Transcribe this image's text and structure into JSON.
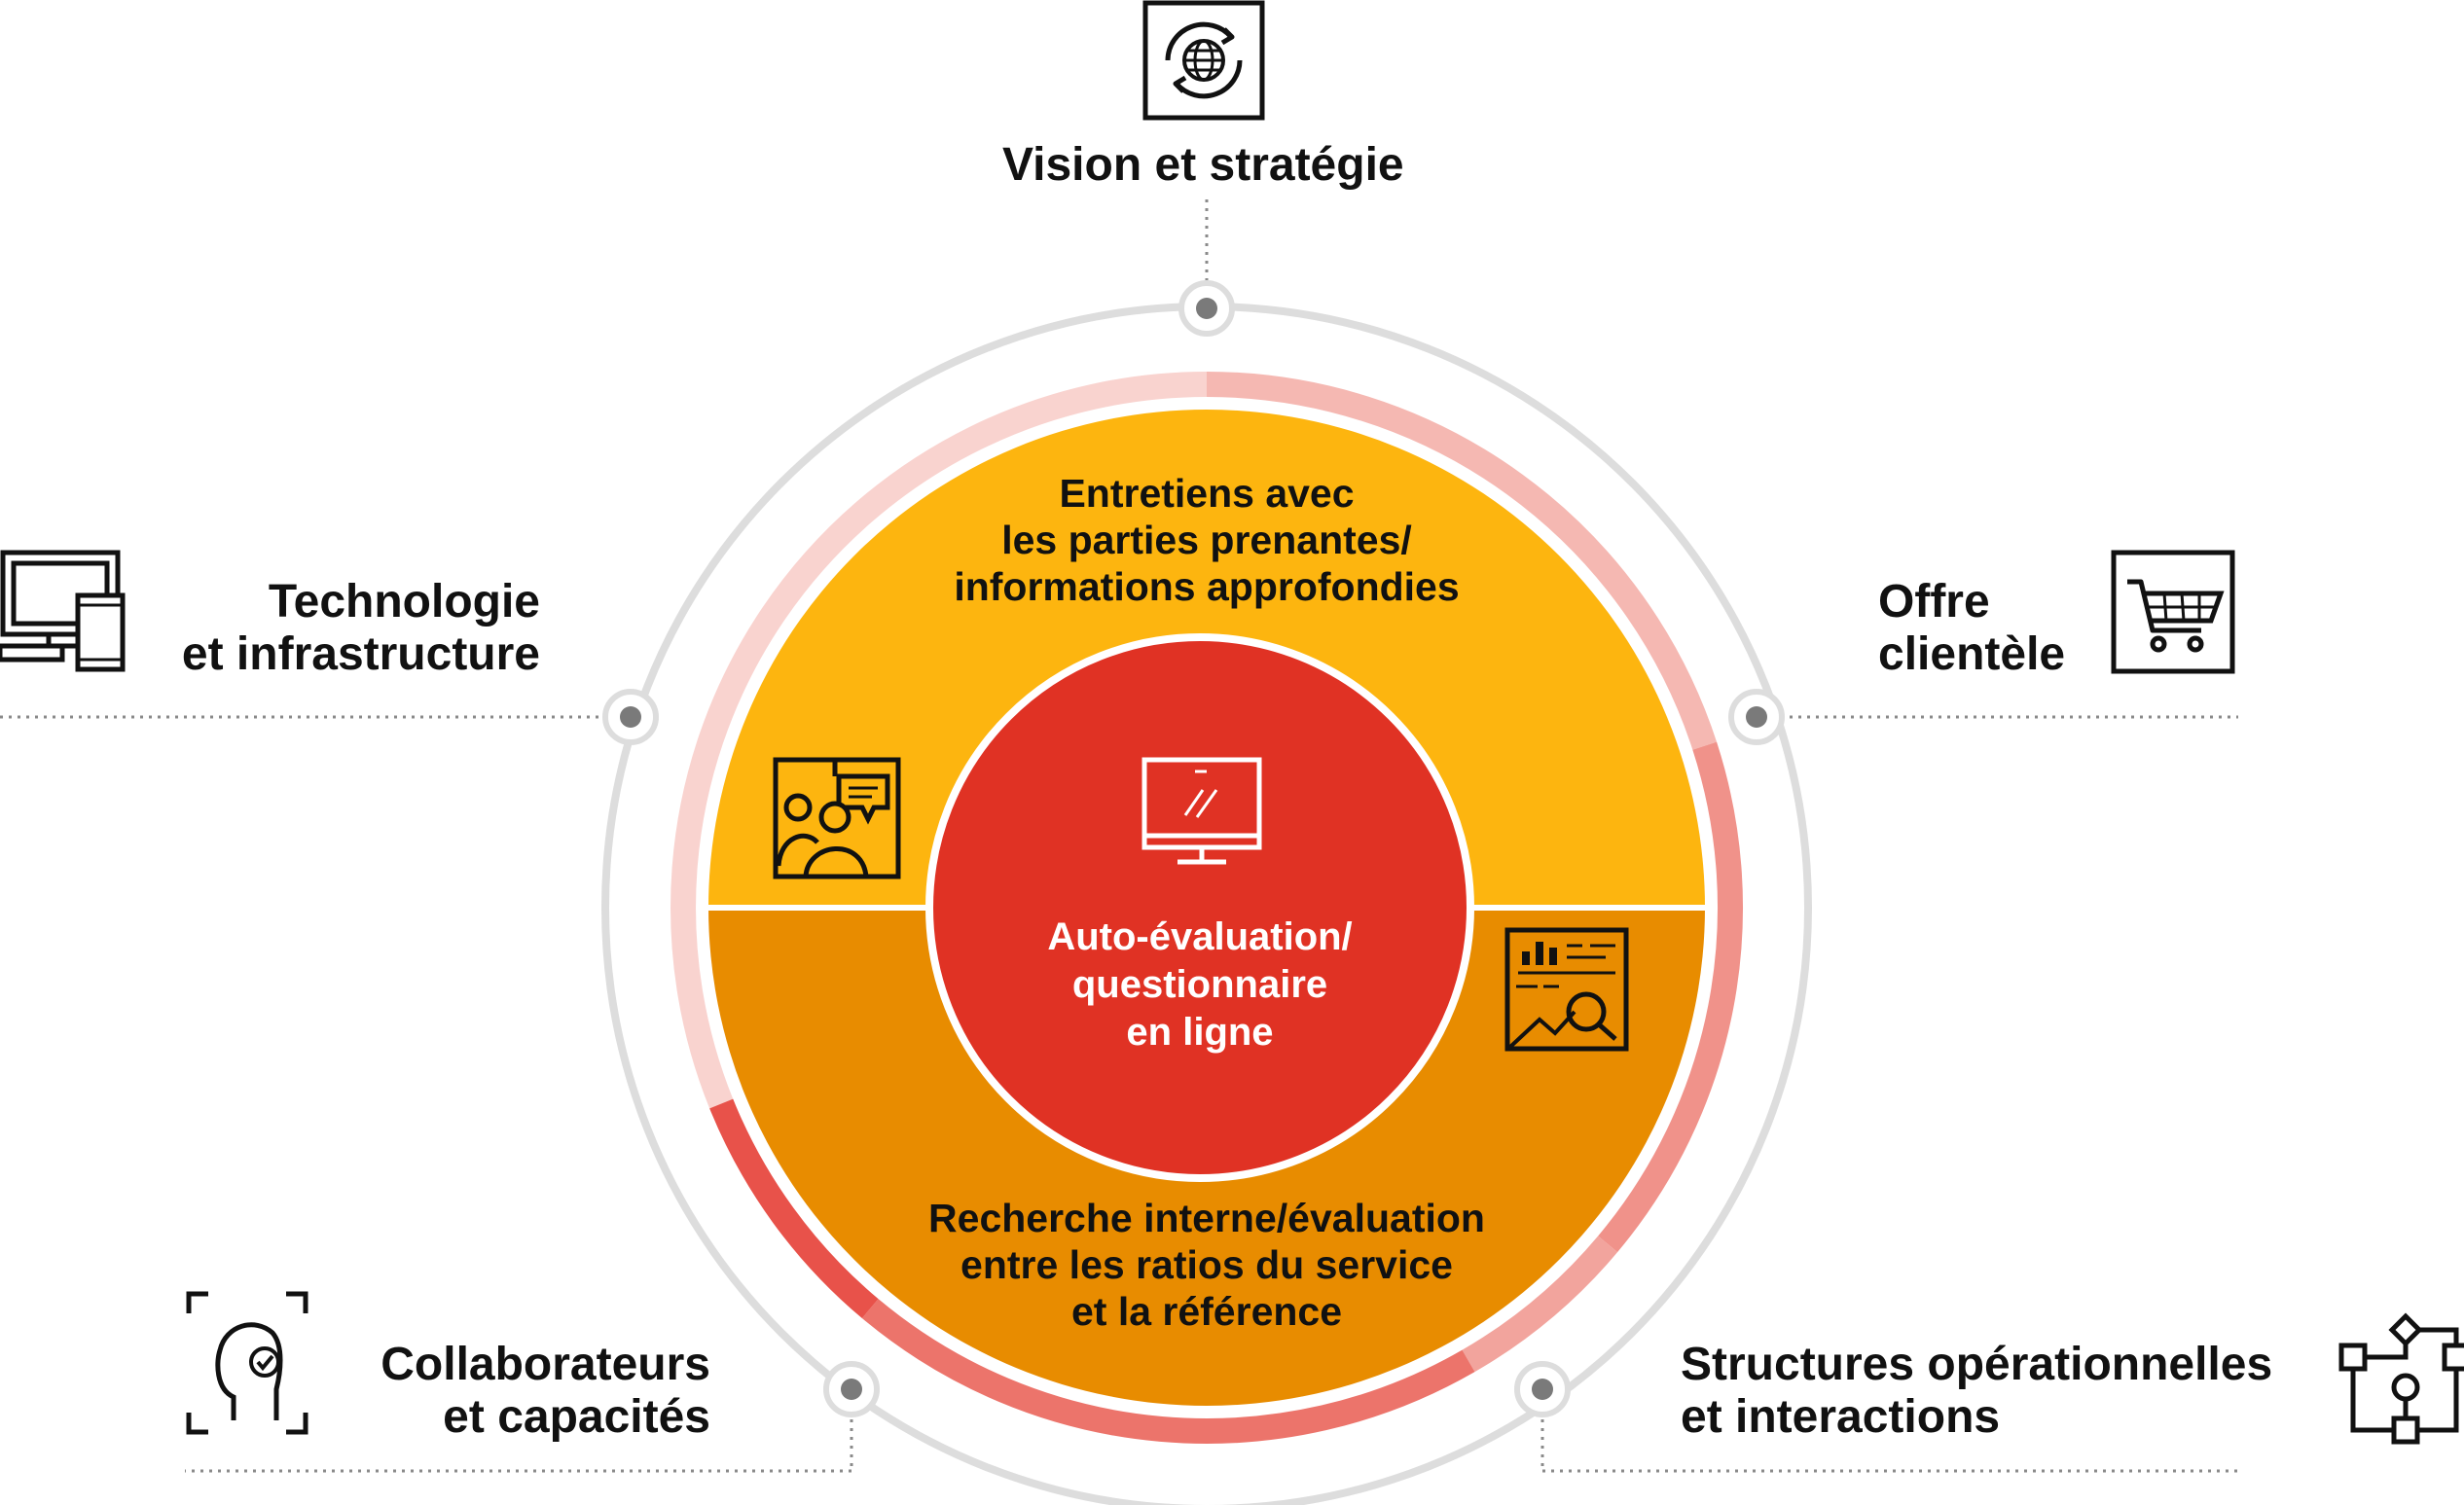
{
  "colors": {
    "outer_ring": "#dddddd",
    "red_light": "#f9d3cf",
    "red_mid": "#f0928a",
    "red_strong": "#e8524a",
    "yellow": "#fdb50f",
    "orange": "#e88c00",
    "core_red": "#e03224",
    "ink": "#111111",
    "node_fill": "#7a7a7a"
  },
  "dimensions": {
    "vision": {
      "line1": "Vision et stratégie",
      "icon": "globe-refresh-icon"
    },
    "technology": {
      "line1": "Technologie",
      "line2": "et infrastructure",
      "icon": "devices-icon"
    },
    "offer": {
      "line1": "Offre",
      "line2": "clientèle",
      "icon": "shopping-cart-icon"
    },
    "people": {
      "line1": "Collaborateurs",
      "line2": "et capacités",
      "icon": "face-check-icon"
    },
    "operations": {
      "line1": "Structures opérationnelles",
      "line2": "et interactions",
      "icon": "process-flow-icon"
    }
  },
  "methods": {
    "interviews": {
      "line1": "Entretiens avec",
      "line2": "les parties prenantes/",
      "line3": "informations approfondies",
      "icon": "meeting-icon"
    },
    "research": {
      "line1": "Recherche interne/évaluation",
      "line2": "entre les ratios du service",
      "line3": "et la référence",
      "icon": "analytics-icon"
    },
    "core": {
      "line1": "Auto-évaluation/",
      "line2": "questionnaire",
      "line3": "en ligne",
      "icon": "monitor-icon"
    }
  }
}
